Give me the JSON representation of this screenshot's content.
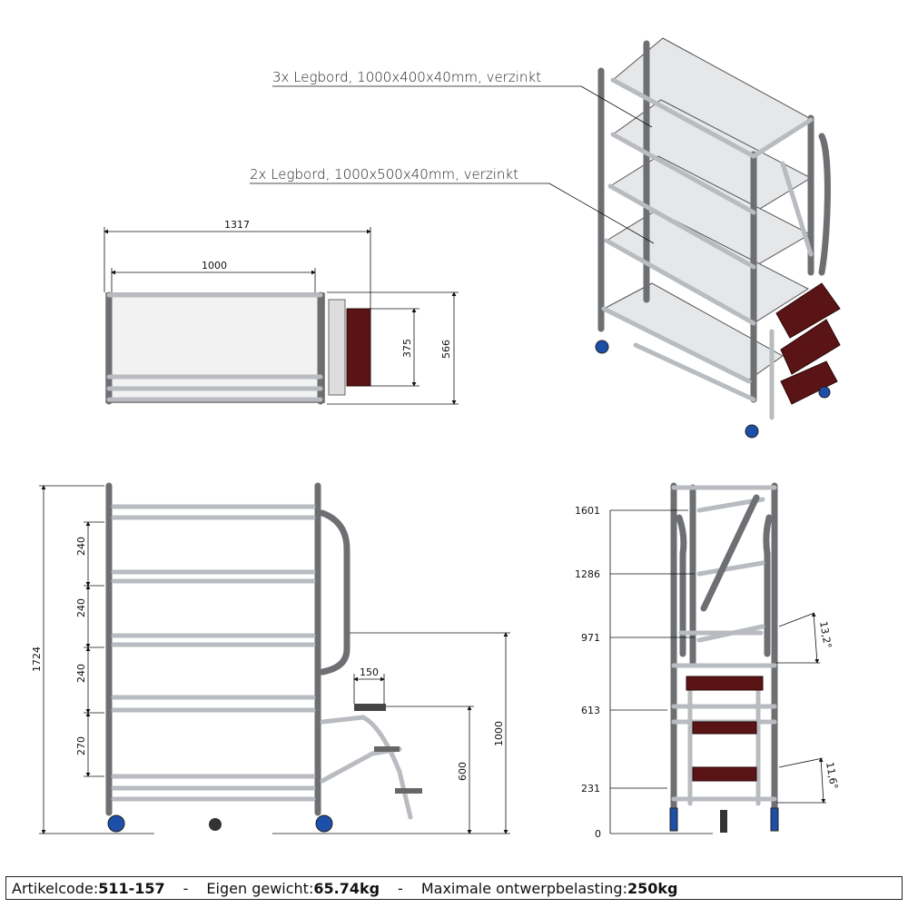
{
  "isometric_view": {
    "callout_top": "3x Legbord, 1000x400x40mm, verzinkt",
    "callout_bottom": "2x Legbord, 1000x500x40mm, verzinkt"
  },
  "top_view": {
    "dim_overall_length": "1317",
    "dim_shelf_length": "1000",
    "dim_step_width": "375",
    "dim_overall_depth": "566"
  },
  "front_view": {
    "dim_total_height": "1724",
    "dim_shelf_spacing": [
      "240",
      "240",
      "240",
      "270"
    ],
    "dim_step_depth": "150",
    "dim_step_height": "600",
    "dim_handrail_height": "1000"
  },
  "side_view": {
    "height_levels": [
      "1601",
      "1286",
      "971",
      "613",
      "231",
      "0"
    ],
    "angle_upper": "13,2°",
    "angle_lower": "11,6°"
  },
  "footer": {
    "article_label": "Artikelcode:",
    "article_value": "511-157",
    "separator": "-",
    "weight_label": "Eigen gewicht:",
    "weight_value": "65.74kg",
    "load_label": "Maximale ontwerpbelasting:",
    "load_value": "250kg"
  }
}
